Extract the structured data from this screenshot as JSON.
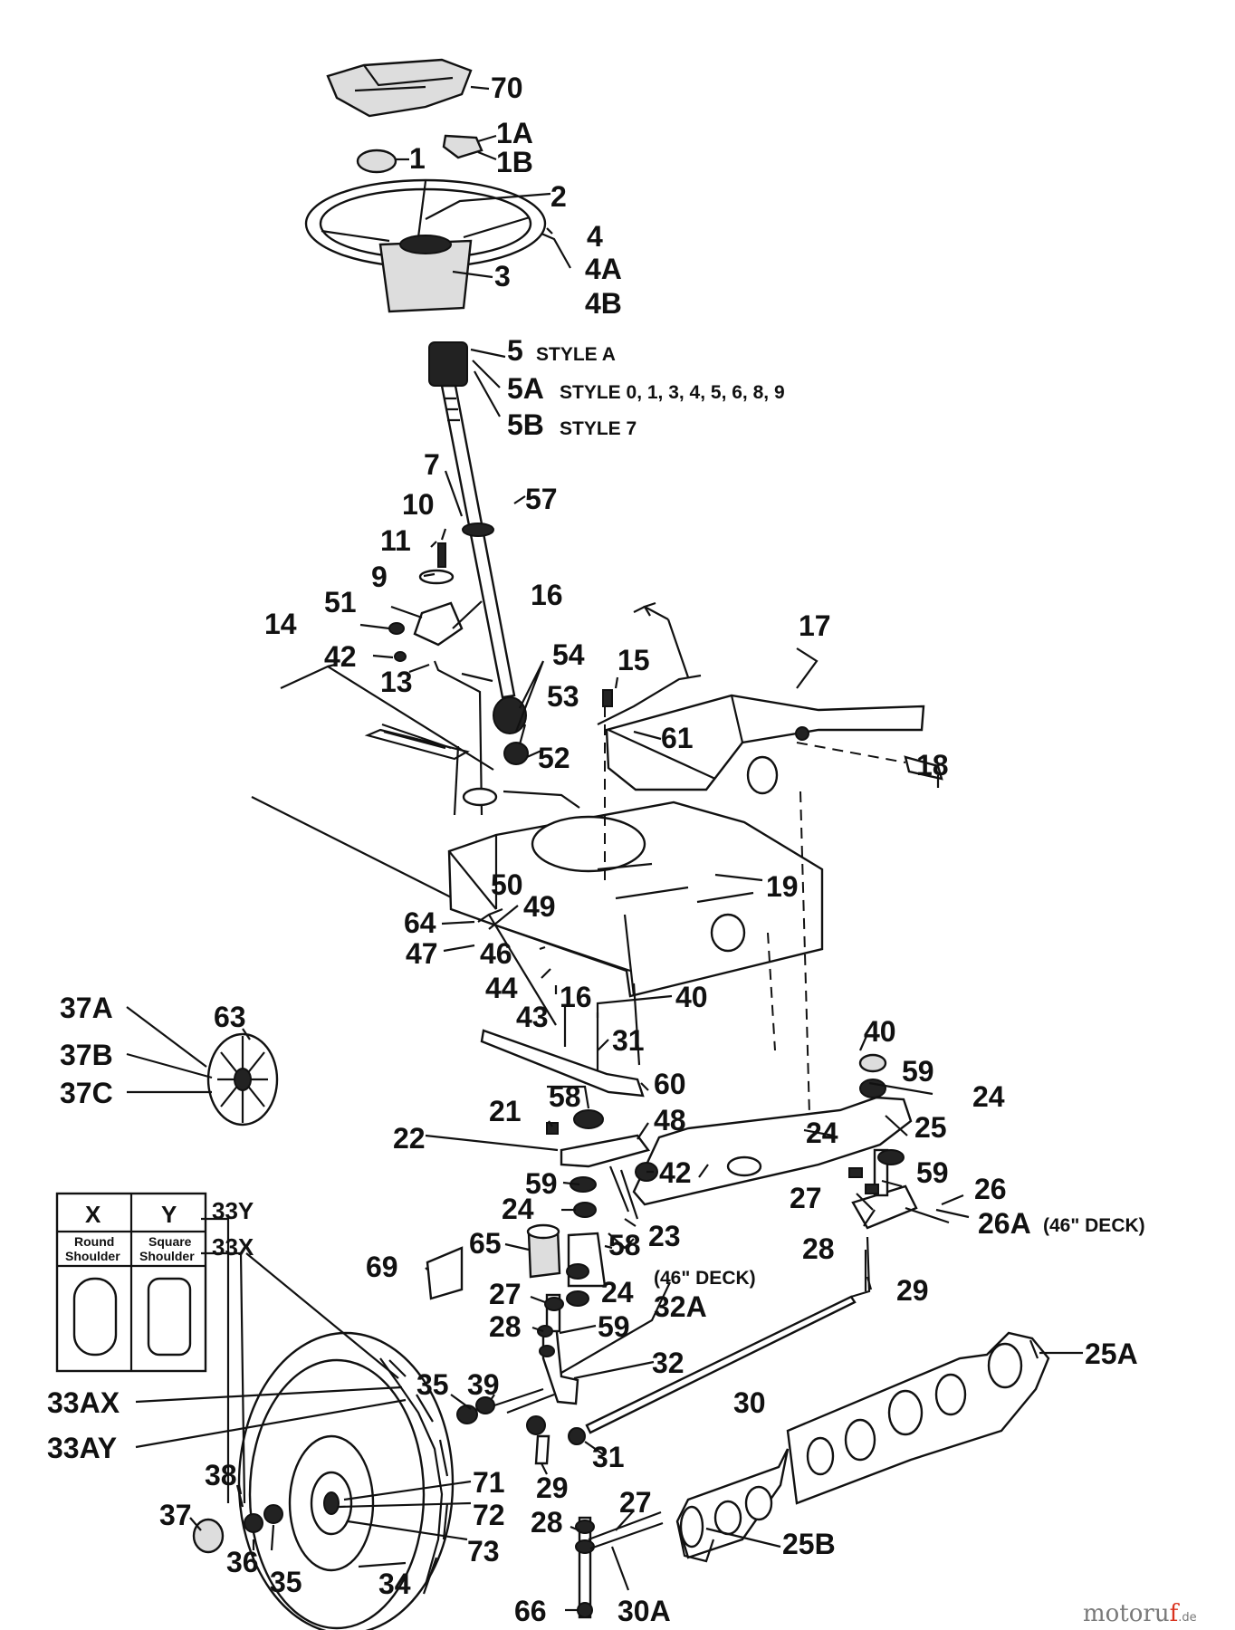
{
  "labels": [
    {
      "id": "70",
      "text": "70"
    },
    {
      "id": "1A",
      "text": "1A"
    },
    {
      "id": "1",
      "text": "1"
    },
    {
      "id": "1B",
      "text": "1B"
    },
    {
      "id": "2",
      "text": "2"
    },
    {
      "id": "4",
      "text": "4"
    },
    {
      "id": "4A",
      "text": "4A"
    },
    {
      "id": "3",
      "text": "3"
    },
    {
      "id": "4B",
      "text": "4B"
    },
    {
      "id": "5",
      "text": "5"
    },
    {
      "id": "5A",
      "text": "5A"
    },
    {
      "id": "5B",
      "text": "5B"
    },
    {
      "id": "7",
      "text": "7"
    },
    {
      "id": "57",
      "text": "57"
    },
    {
      "id": "10",
      "text": "10"
    },
    {
      "id": "11",
      "text": "11"
    },
    {
      "id": "9",
      "text": "9"
    },
    {
      "id": "51",
      "text": "51"
    },
    {
      "id": "16a",
      "text": "16"
    },
    {
      "id": "14",
      "text": "14"
    },
    {
      "id": "42a",
      "text": "42"
    },
    {
      "id": "13",
      "text": "13"
    },
    {
      "id": "54",
      "text": "54"
    },
    {
      "id": "15",
      "text": "15"
    },
    {
      "id": "17",
      "text": "17"
    },
    {
      "id": "53",
      "text": "53"
    },
    {
      "id": "61",
      "text": "61"
    },
    {
      "id": "52",
      "text": "52"
    },
    {
      "id": "18",
      "text": "18"
    },
    {
      "id": "50",
      "text": "50"
    },
    {
      "id": "19",
      "text": "19"
    },
    {
      "id": "64",
      "text": "64"
    },
    {
      "id": "49",
      "text": "49"
    },
    {
      "id": "47",
      "text": "47"
    },
    {
      "id": "46",
      "text": "46"
    },
    {
      "id": "44",
      "text": "44"
    },
    {
      "id": "43",
      "text": "43"
    },
    {
      "id": "16b",
      "text": "16"
    },
    {
      "id": "40a",
      "text": "40"
    },
    {
      "id": "37A",
      "text": "37A"
    },
    {
      "id": "63",
      "text": "63"
    },
    {
      "id": "37B",
      "text": "37B"
    },
    {
      "id": "37C",
      "text": "37C"
    },
    {
      "id": "31a",
      "text": "31"
    },
    {
      "id": "40b",
      "text": "40"
    },
    {
      "id": "59a",
      "text": "59"
    },
    {
      "id": "60",
      "text": "60"
    },
    {
      "id": "24a",
      "text": "24"
    },
    {
      "id": "21",
      "text": "21"
    },
    {
      "id": "58a",
      "text": "58"
    },
    {
      "id": "48",
      "text": "48"
    },
    {
      "id": "22",
      "text": "22"
    },
    {
      "id": "24b",
      "text": "24"
    },
    {
      "id": "25",
      "text": "25"
    },
    {
      "id": "42b",
      "text": "42"
    },
    {
      "id": "59b",
      "text": "59"
    },
    {
      "id": "59c",
      "text": "59"
    },
    {
      "id": "26",
      "text": "26"
    },
    {
      "id": "24c",
      "text": "24"
    },
    {
      "id": "27a",
      "text": "27"
    },
    {
      "id": "33Y",
      "text": "33Y"
    },
    {
      "id": "26A",
      "text": "26A"
    },
    {
      "id": "23",
      "text": "23"
    },
    {
      "id": "33X",
      "text": "33X"
    },
    {
      "id": "65",
      "text": "65"
    },
    {
      "id": "58b",
      "text": "58"
    },
    {
      "id": "28a",
      "text": "28"
    },
    {
      "id": "69",
      "text": "69"
    },
    {
      "id": "24d",
      "text": "24"
    },
    {
      "id": "27b",
      "text": "27"
    },
    {
      "id": "32A",
      "text": "32A"
    },
    {
      "id": "29a",
      "text": "29"
    },
    {
      "id": "28b",
      "text": "28"
    },
    {
      "id": "59d",
      "text": "59"
    },
    {
      "id": "25A",
      "text": "25A"
    },
    {
      "id": "32",
      "text": "32"
    },
    {
      "id": "35a",
      "text": "35"
    },
    {
      "id": "39",
      "text": "39"
    },
    {
      "id": "30",
      "text": "30"
    },
    {
      "id": "33AX",
      "text": "33AX"
    },
    {
      "id": "33AY",
      "text": "33AY"
    },
    {
      "id": "31b",
      "text": "31"
    },
    {
      "id": "29b",
      "text": "29"
    },
    {
      "id": "38",
      "text": "38"
    },
    {
      "id": "71",
      "text": "71"
    },
    {
      "id": "72",
      "text": "72"
    },
    {
      "id": "37",
      "text": "37"
    },
    {
      "id": "73",
      "text": "73"
    },
    {
      "id": "27c",
      "text": "27"
    },
    {
      "id": "25B",
      "text": "25B"
    },
    {
      "id": "28c",
      "text": "28"
    },
    {
      "id": "36",
      "text": "36"
    },
    {
      "id": "35b",
      "text": "35"
    },
    {
      "id": "34",
      "text": "34"
    },
    {
      "id": "66",
      "text": "66"
    },
    {
      "id": "30A",
      "text": "30A"
    }
  ],
  "notes": {
    "style_a": "STYLE A",
    "style_0_9": "STYLE 0, 1, 3, 4, 5, 6, 8, 9",
    "style_7": "STYLE 7",
    "deck_26a": "(46\" DECK)",
    "deck_32a": "(46\" DECK)"
  },
  "legend": {
    "x_header": "X",
    "y_header": "Y",
    "x_line1": "Round",
    "x_line2": "Shoulder",
    "y_line1": "Square",
    "y_line2": "Shoulder"
  },
  "watermark": {
    "text_main": "motoru",
    "text_accent": "f",
    "text_suffix": ".de"
  }
}
